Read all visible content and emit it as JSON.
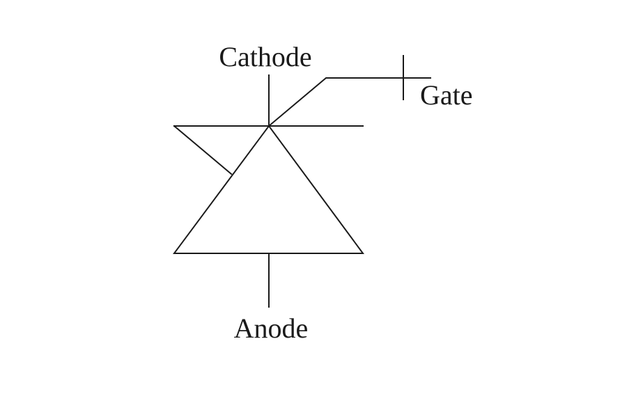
{
  "diagram": {
    "labels": {
      "cathode": "Cathode",
      "gate": "Gate",
      "anode": "Anode"
    },
    "colors": {
      "stroke": "#1a1a1a",
      "background": "#ffffff"
    }
  }
}
